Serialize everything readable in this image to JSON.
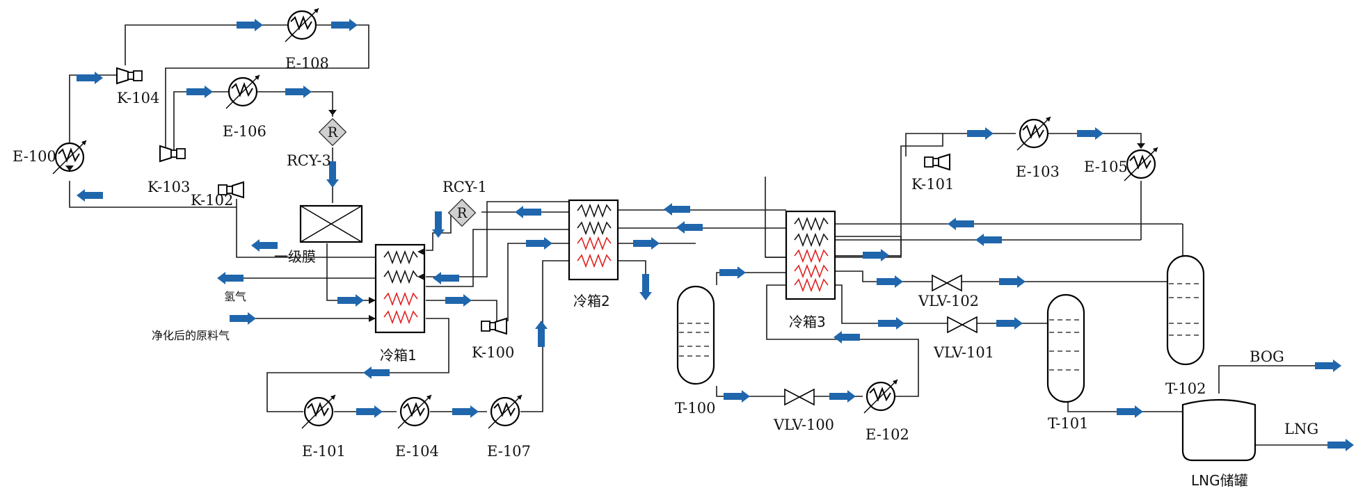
{
  "colors": {
    "stream_arrow": "#1f66ad",
    "hot_coil": "#e02020",
    "line": "#1a1a1a"
  },
  "labels": {
    "e100": "E-100",
    "e101": "E-101",
    "e102": "E-102",
    "e103": "E-103",
    "e104": "E-104",
    "e105": "E-105",
    "e106": "E-106",
    "e107": "E-107",
    "e108": "E-108",
    "k100": "K-100",
    "k101": "K-101",
    "k102": "K-102",
    "k103": "K-103",
    "k104": "K-104",
    "rcy1": "RCY-1",
    "rcy3": "RCY-3",
    "recycle_symbol": "R",
    "membrane": "一级膜",
    "coldbox1": "冷箱1",
    "coldbox2": "冷箱2",
    "coldbox3": "冷箱3",
    "t100": "T-100",
    "t101": "T-101",
    "t102": "T-102",
    "vlv100": "VLV-100",
    "vlv101": "VLV-101",
    "vlv102": "VLV-102",
    "hydrogen": "氢气",
    "feed": "净化后的原料气",
    "bog": "BOG",
    "lng": "LNG",
    "lng_tank": "LNG储罐"
  },
  "icons": [
    "flow-arrow",
    "heat-exchanger",
    "compressor",
    "recycle-block",
    "membrane-unit",
    "cold-box",
    "column",
    "valve",
    "storage-tank"
  ]
}
